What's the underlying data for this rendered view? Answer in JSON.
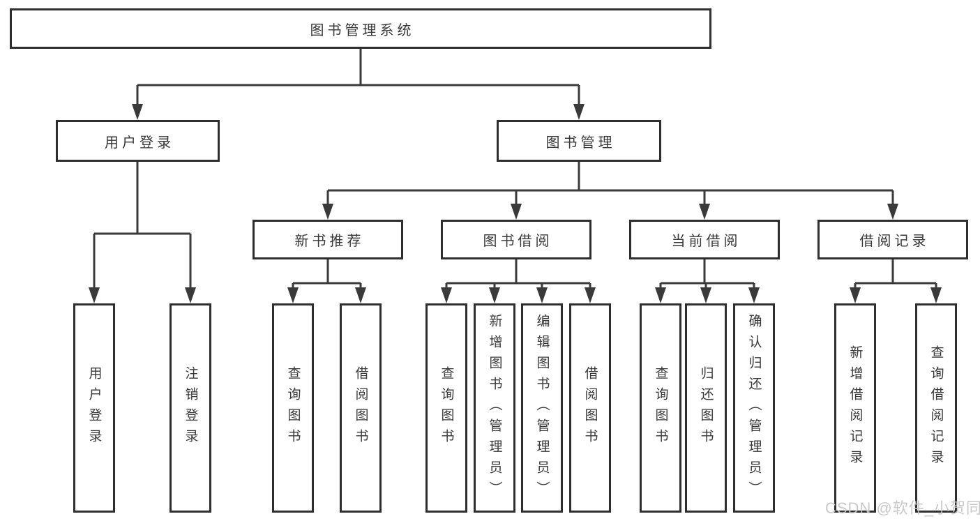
{
  "diagram": {
    "title": "图书管理系统",
    "branches": [
      {
        "label": "用户登录",
        "children": [
          {
            "label": "用户登录"
          },
          {
            "label": "注销登录"
          }
        ]
      },
      {
        "label": "图书管理",
        "children": [
          {
            "label": "新书推荐",
            "children": [
              {
                "label": "查询图书"
              },
              {
                "label": "借阅图书"
              }
            ]
          },
          {
            "label": "图书借阅",
            "children": [
              {
                "label": "查询图书"
              },
              {
                "label": "新增图书（管理员）"
              },
              {
                "label": "编辑图书（管理员）"
              },
              {
                "label": "借阅图书"
              }
            ]
          },
          {
            "label": "当前借阅",
            "children": [
              {
                "label": "查询图书"
              },
              {
                "label": "归还图书"
              },
              {
                "label": "确认归还（管理员）"
              }
            ]
          },
          {
            "label": "借阅记录",
            "children": [
              {
                "label": "新增借阅记录"
              },
              {
                "label": "查询借阅记录"
              }
            ]
          }
        ]
      }
    ]
  },
  "colors": {
    "line": "#3a3a3a",
    "border": "#2e2e2e",
    "text": "#383838",
    "watermark": "#c6c6c6"
  },
  "watermark": "CSDN @软件_小贺同学"
}
